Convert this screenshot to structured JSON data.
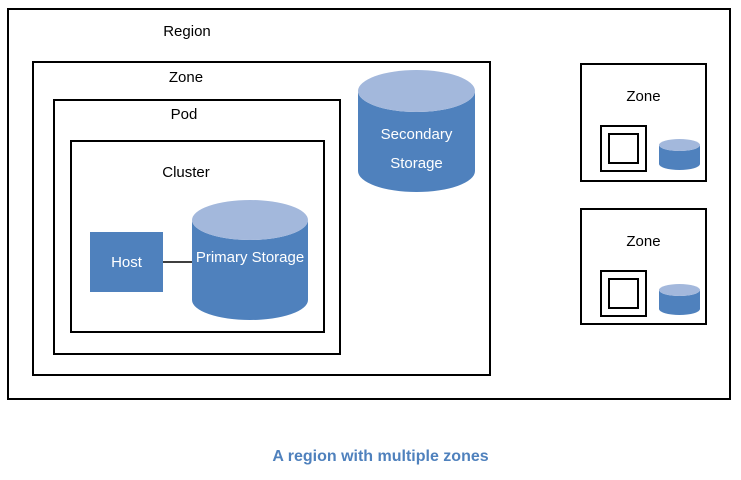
{
  "colors": {
    "shape-fill": "#4f81bd",
    "cylinder-top": "#a3b8dc",
    "border-color": "#000000",
    "connector-color": "#3f3f3f",
    "caption-color": "#4f81bd",
    "shape-text": "#ffffff",
    "label-color": "#000000"
  },
  "region": {
    "label": "Region"
  },
  "main_zone": {
    "label": "Zone"
  },
  "pod": {
    "label": "Pod"
  },
  "cluster": {
    "label": "Cluster"
  },
  "host": {
    "label": "Host"
  },
  "primary_storage": {
    "label": "Primary Storage"
  },
  "secondary_storage": {
    "label": "Secondary Storage"
  },
  "right_zones": [
    {
      "label": "Zone"
    },
    {
      "label": "Zone"
    }
  ],
  "caption": {
    "text": "A region with multiple zones"
  }
}
